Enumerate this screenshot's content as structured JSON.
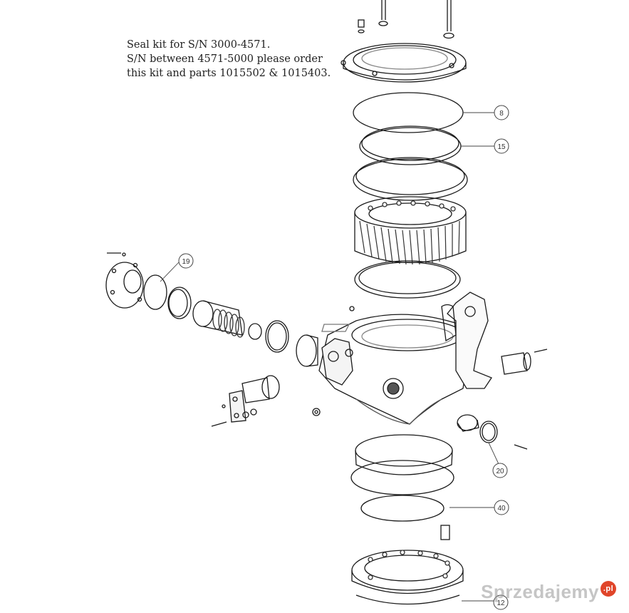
{
  "note": {
    "line1": "Seal kit for S/N 3000-4571.",
    "line2": "S/N between 4571-5000 please order",
    "line3": "this kit and parts 1015502 & 1015403."
  },
  "callouts": {
    "c8": "8",
    "c15": "15",
    "c19": "19",
    "c20": "20",
    "c40": "40",
    "c12": "12"
  },
  "watermark": {
    "text": "Sprzedajemy",
    "badge": ".pl"
  },
  "colors": {
    "line": "#1a1a1a",
    "shade": "#7a7a7a",
    "light": "#d8d8d8",
    "accent": "#e0452a"
  }
}
